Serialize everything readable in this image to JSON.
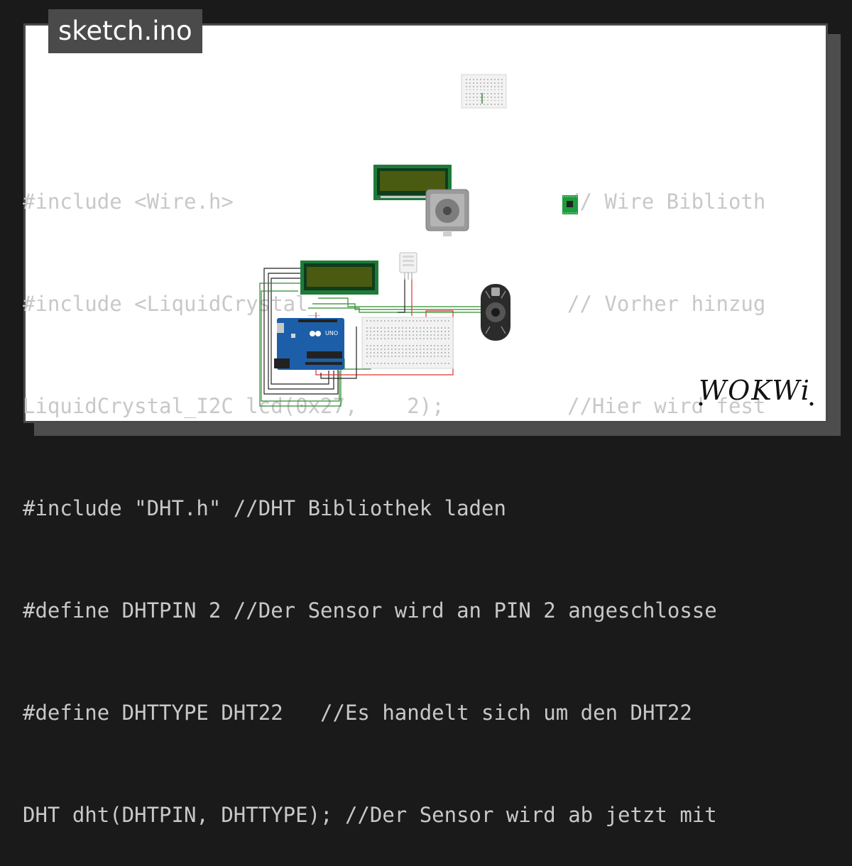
{
  "project": {
    "filename": "sketch.ino"
  },
  "code": [
    {
      "main": "#include <Wire.h>",
      "comment": "// Wire Biblioth"
    },
    {
      "main": "#include <LiquidCrystal_",
      "comment": "// Vorher hinzug"
    },
    {
      "main": "LiquidCrystal_I2C lcd(0x27,    2);",
      "comment": "//Hier wird fest"
    },
    {
      "main": "#include \"DHT.h\" //DHT Bibliothek laden",
      "comment": ""
    },
    {
      "main": "#define DHTPIN 2 //Der Sensor wird an PIN 2 angeschlosse",
      "comment": ""
    },
    {
      "main": "#define DHTTYPE DHT22   //Es handelt sich um den DHT22",
      "comment": ""
    },
    {
      "main": "DHT dht(DHTPIN, DHTTYPE); //Der Sensor wird ab jetzt mit",
      "comment": ""
    }
  ],
  "board": {
    "label": "UNO"
  },
  "brand": {
    "logo_text": "WOKWi"
  },
  "colors": {
    "background": "#1a1a1a",
    "card": "#ffffff",
    "frame": "#4a4a4a",
    "code_text": "#c8c8c8",
    "lcd_pcb": "#1f7a3a",
    "lcd_screen": "#4a5a10",
    "arduino": "#1d5ea8",
    "wire_green": "#2e8b2e",
    "wire_red": "#e03030",
    "wire_black": "#222222"
  },
  "icons": [
    "lcd-display-icon",
    "stepper-motor-icon",
    "dht22-sensor-icon",
    "arduino-uno-icon",
    "breadboard-icon",
    "motor-driver-icon",
    "wokwi-logo-icon"
  ]
}
